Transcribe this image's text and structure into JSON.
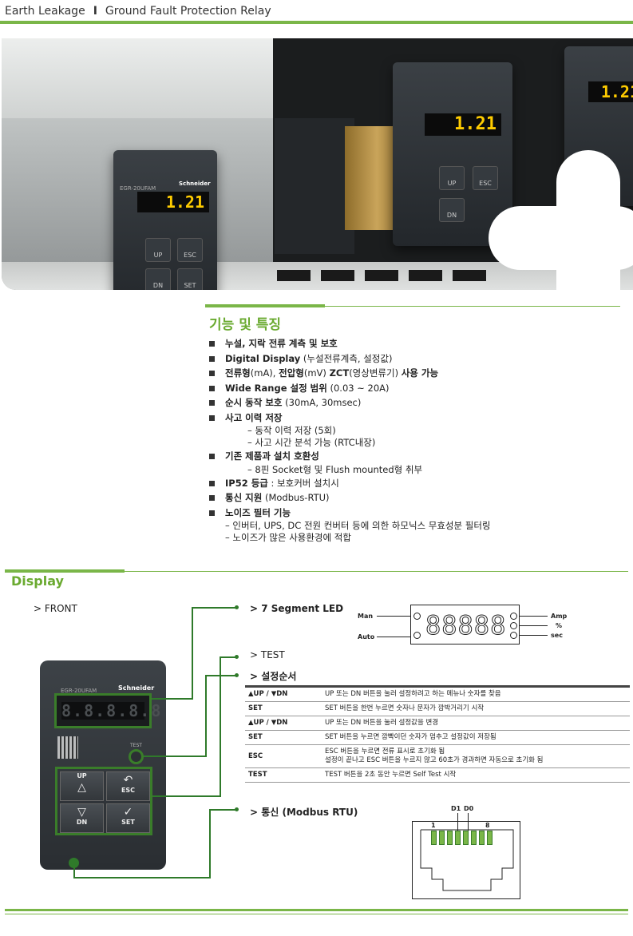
{
  "header": {
    "left": "Earth Leakage",
    "separator": "I",
    "right": "Ground Fault Protection Relay"
  },
  "hero": {
    "device_model": "EGR-20UFAM",
    "device_brand": "Schneider",
    "display_value": "1.21",
    "key_up": "UP",
    "key_esc": "ESC",
    "key_dn": "DN",
    "key_set": "SET"
  },
  "features": {
    "title": "기능 및 특징",
    "items": [
      {
        "bold": "누설, 지락 전류 계측 및 보호",
        "rest": ""
      },
      {
        "bold": "Digital Display",
        "rest": " (누설전류계측, 설정값)"
      },
      {
        "bold": "전류형",
        "rest": "(mA), ",
        "bold2": "전압형",
        "rest2": "(mV) ",
        "bold3": "ZCT",
        "rest3": "(영상변류기) ",
        "bold4": "사용 가능"
      },
      {
        "bold": "Wide Range 설정 범위",
        "rest": " (0.03 ~ 20A)"
      },
      {
        "bold": "순시 동작 보호",
        "rest": " (30mA, 30msec)"
      },
      {
        "bold": "사고 이력 저장",
        "rest": ""
      },
      {
        "bold": "기존 제품과 설치 호환성",
        "rest": ""
      },
      {
        "bold": "IP52 등급",
        "rest": " : 보호커버 설치시"
      },
      {
        "bold": "통신 지원",
        "rest": " (Modbus-RTU)"
      },
      {
        "bold": "노이즈 필터 기능",
        "rest": ""
      }
    ],
    "sub_history": [
      "– 동작 이력 저장 (5회)",
      "– 사고 시간 분석 가능 (RTC내장)"
    ],
    "sub_compat": [
      "– 8핀 Socket형 및 Flush mounted형 취부"
    ],
    "sub_noise": [
      "– 인버터, UPS, DC 전원 컨버터 등에 의한 하모닉스 무효성분 필터링",
      "– 노이즈가 많은 사용환경에 적합"
    ]
  },
  "display": {
    "title": "Display",
    "front_label": "> FRONT",
    "led_label": "> 7 Segment LED",
    "test_label": "> TEST",
    "order_label": "> 설정순서",
    "comm_label": "> 통신 (Modbus RTU)",
    "device": {
      "model": "EGR-20UFAM",
      "brand": "Schneider",
      "segment_text": "8.8.8.8.8",
      "test": "TEST",
      "up": "UP",
      "esc": "ESC",
      "dn": "DN",
      "set": "SET"
    },
    "segment": {
      "digits": "88888",
      "left_labels": [
        "Man",
        "Auto"
      ],
      "right_labels": [
        "Amp",
        "%",
        "sec"
      ]
    },
    "steps": [
      {
        "key": "▲UP / ▼DN",
        "desc": "UP 또는 DN 버튼을 눌러 설정하려고 하는 메뉴나 숫자를 찾음"
      },
      {
        "key": "SET",
        "desc": "SET 버튼을 한번 누르면 숫자나 문자가 깜박거리기 시작"
      },
      {
        "key": "▲UP / ▼DN",
        "desc": "UP 또는 DN 버튼을 눌러 설정값을 변경"
      },
      {
        "key": "SET",
        "desc": "SET 버튼을 누르면 깜빡이던 숫자가 멈추고 설정값이 저장됨"
      },
      {
        "key": "ESC",
        "desc": "ESC 버튼을 누르면 전류 표시로 초기화 됨",
        "desc2": "설정이 끝나고 ESC 버튼을 누르지 않고 60초가 경과하면 자동으로 초기화 됨"
      },
      {
        "key": "TEST",
        "desc": "TEST 버튼을 2초 동안 누르면 Self Test 시작"
      }
    ],
    "rj45": {
      "d1": "D1",
      "d0": "D0",
      "pin_first": "1",
      "pin_last": "8"
    }
  },
  "colors": {
    "accent": "#7ab648",
    "accent_dark": "#2f7a2a",
    "title": "#6aaa30"
  }
}
